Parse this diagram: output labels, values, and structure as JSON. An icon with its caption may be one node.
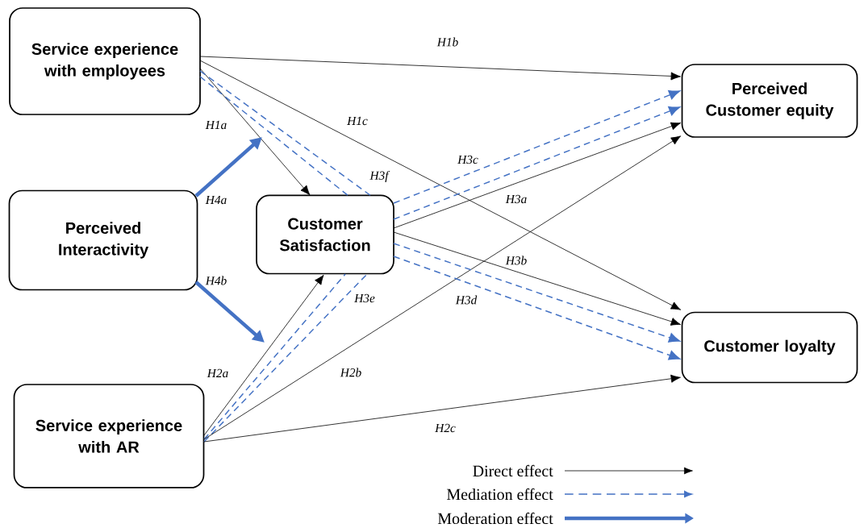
{
  "diagram": {
    "nodes": [
      {
        "text": [
          "Service experience with employees"
        ]
      },
      {
        "text": [
          "Perceived Interactivity"
        ]
      },
      {
        "text": [
          "Service experience with AR"
        ]
      },
      {
        "text": [
          "Customer Satisfaction"
        ]
      },
      {
        "text": [
          "Perceived Customer equity"
        ]
      },
      {
        "text": [
          "Customer loyalty"
        ]
      }
    ],
    "edges": [
      {
        "from": 0,
        "to": 4,
        "arrow": "to",
        "label": "H1b",
        "color": "#000000"
      },
      {
        "from": 0,
        "to": 3,
        "arrow": "to",
        "label": "H1a",
        "color": "#000000"
      },
      {
        "from": 0,
        "to": 5,
        "arrow": "to",
        "label": "H1c",
        "color": "#000000"
      },
      {
        "from": 0,
        "to": 3,
        "arrow": "none",
        "style": "dashed",
        "color": "#4472c4",
        "label": "H3f"
      },
      {
        "from": 0,
        "to": 3,
        "arrow": "none",
        "style": "dashed",
        "color": "#4472c4"
      },
      {
        "from": 1,
        "to": null,
        "arrow": "to",
        "style": "thick",
        "color": "#4472c4",
        "label": "H4a"
      },
      {
        "from": 1,
        "to": null,
        "arrow": "to",
        "style": "thick",
        "color": "#4472c4",
        "label": "H4b"
      },
      {
        "from": 2,
        "to": 3,
        "arrow": "to",
        "label": "H2a",
        "color": "#000000"
      },
      {
        "from": 2,
        "to": 3,
        "arrow": "none",
        "style": "dashed",
        "color": "#4472c4"
      },
      {
        "from": 2,
        "to": 3,
        "arrow": "none",
        "style": "dashed",
        "color": "#4472c4",
        "label": "H3e"
      },
      {
        "from": 2,
        "to": 4,
        "arrow": "to",
        "label": "H2b",
        "color": "#000000"
      },
      {
        "from": 2,
        "to": 5,
        "arrow": "to",
        "label": "H2c",
        "color": "#000000"
      },
      {
        "from": 3,
        "to": 4,
        "arrow": "to",
        "style": "dashed",
        "color": "#4472c4",
        "label": "H3c"
      },
      {
        "from": 3,
        "to": 4,
        "arrow": "to",
        "style": "dashed",
        "color": "#4472c4"
      },
      {
        "from": 3,
        "to": 4,
        "arrow": "to",
        "label": "H3a",
        "color": "#000000"
      },
      {
        "from": 3,
        "to": 5,
        "arrow": "to",
        "label": "H3b",
        "color": "#000000"
      },
      {
        "from": 3,
        "to": 5,
        "arrow": "to",
        "style": "dashed",
        "color": "#4472c4"
      },
      {
        "from": 3,
        "to": 5,
        "arrow": "to",
        "style": "dashed",
        "color": "#4472c4",
        "label": "H3d"
      }
    ],
    "legend": [
      {
        "text": "Direct effect"
      },
      {
        "text": "Mediation effect"
      },
      {
        "text": "Moderation effect"
      }
    ]
  }
}
